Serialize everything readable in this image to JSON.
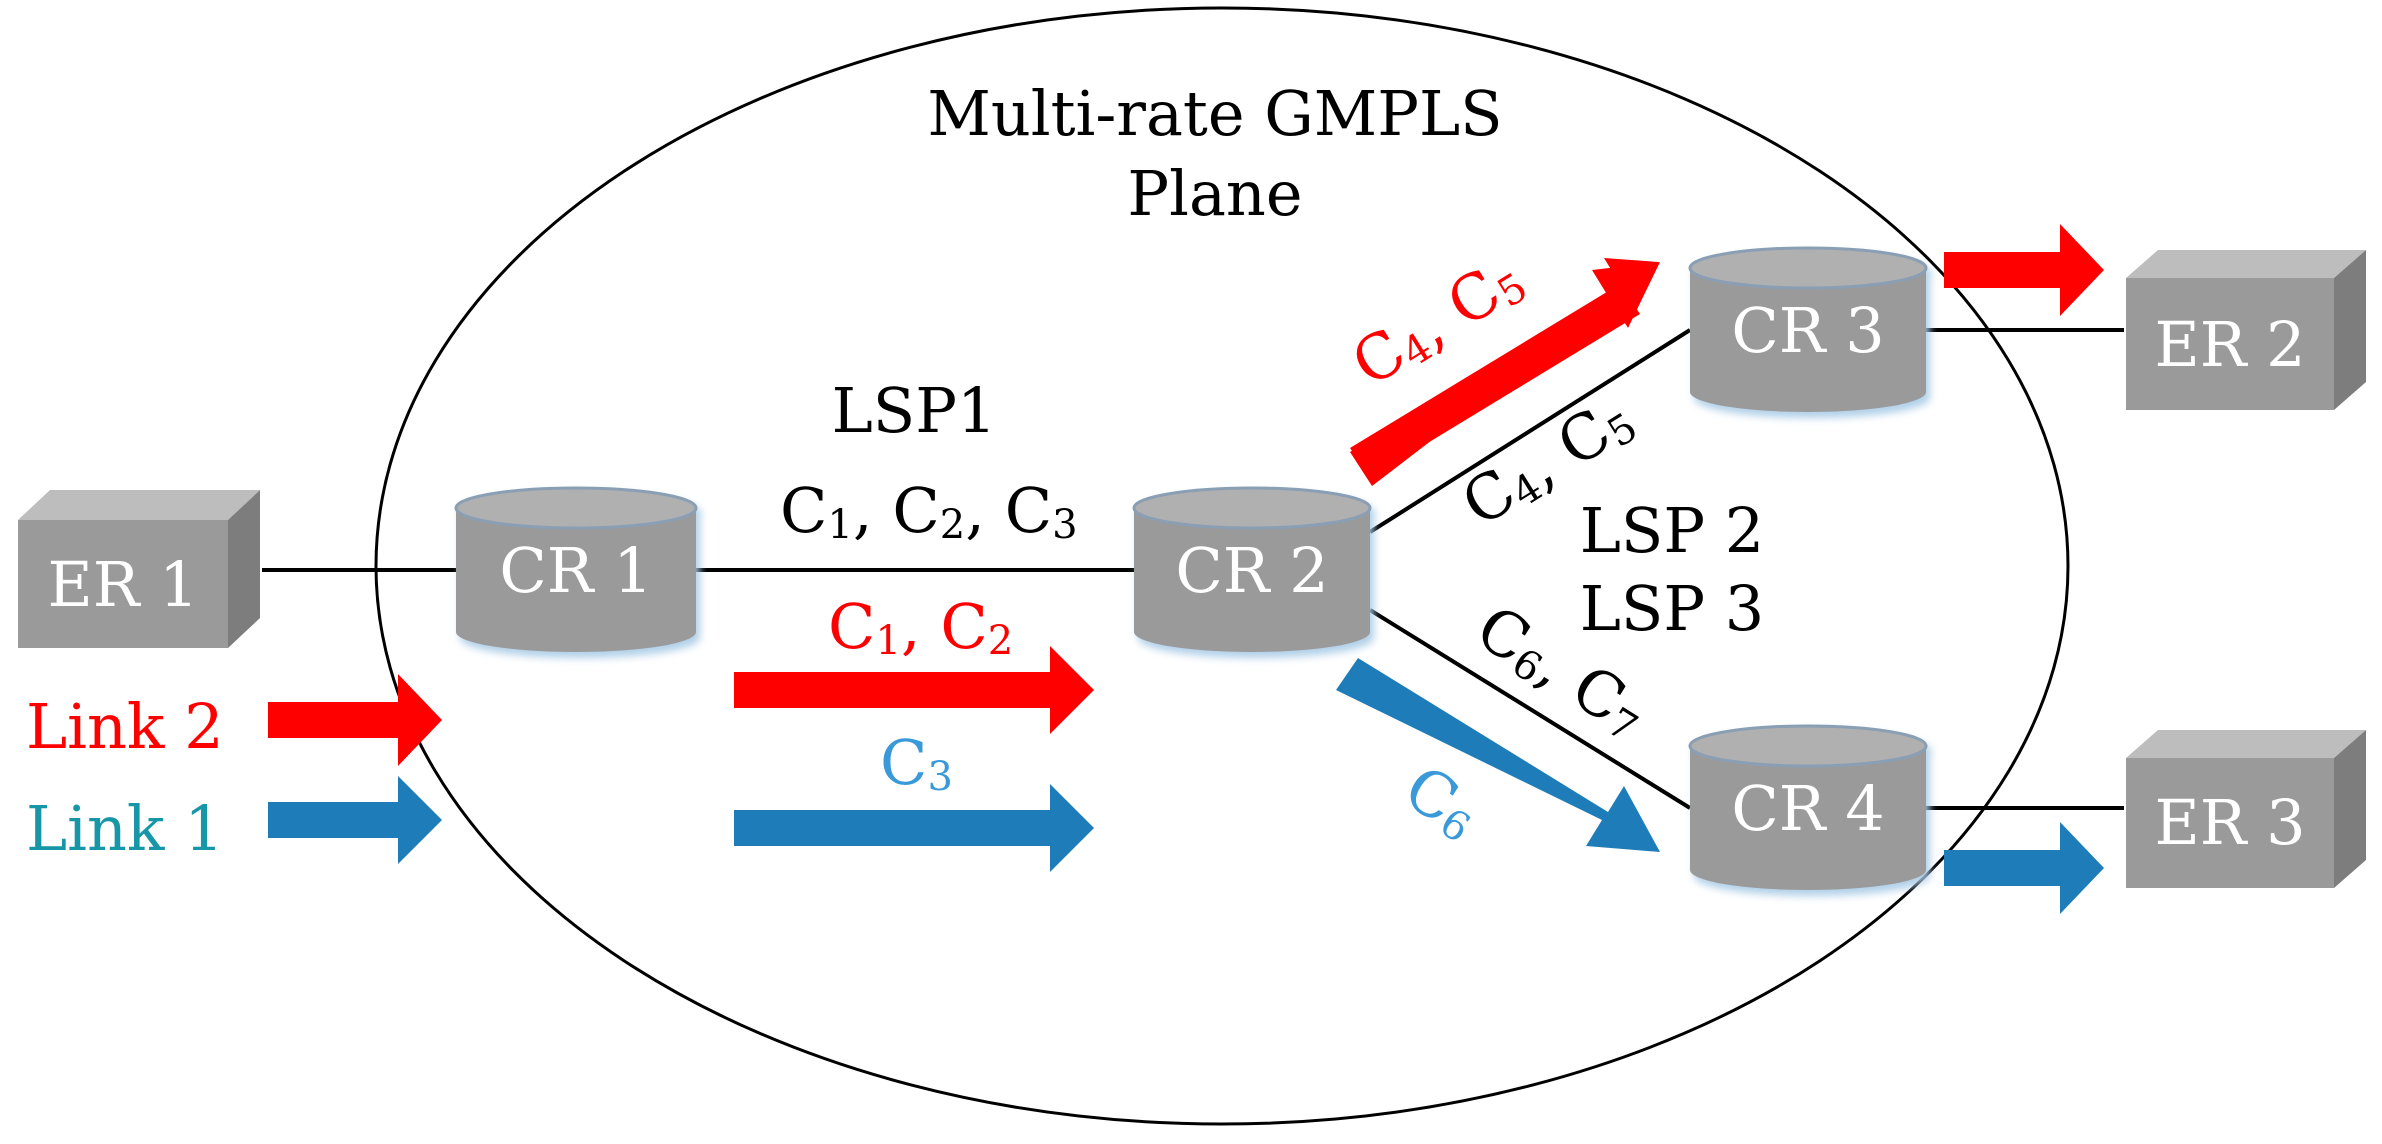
{
  "title": {
    "line1": "Multi-rate GMPLS",
    "line2": "Plane"
  },
  "colors": {
    "red": "#ff0000",
    "blue": "#1e7db8",
    "blue_text": "#3a9ad9",
    "teal_text": "#1796a8",
    "node_gray": "#9a9a9a",
    "node_top": "#b4b4b4",
    "node_side": "#7d7d7d",
    "line": "#000000"
  },
  "nodes": {
    "er1": {
      "label": "ER 1"
    },
    "er2": {
      "label": "ER 2"
    },
    "er3": {
      "label": "ER 3"
    },
    "cr1": {
      "label": "CR 1"
    },
    "cr2": {
      "label": "CR 2"
    },
    "cr3": {
      "label": "CR 3"
    },
    "cr4": {
      "label": "CR 4"
    }
  },
  "legend": {
    "link2": "Link 2",
    "link1": "Link 1"
  },
  "labels": {
    "lsp1": "LSP1",
    "lsp2": "LSP 2",
    "lsp3": "LSP 3",
    "c": "C",
    "comma": ",",
    "s1": "1",
    "s2": "2",
    "s3": "3",
    "s4": "4",
    "s5": "5",
    "s6": "6",
    "s7": "7"
  }
}
